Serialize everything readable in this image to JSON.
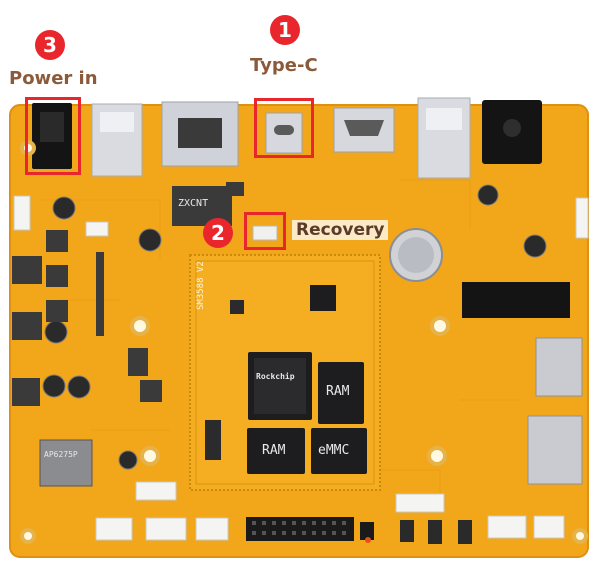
{
  "callouts": {
    "power_in": {
      "number": "3",
      "label": "Power in"
    },
    "type_c": {
      "number": "1",
      "label": "Type-C"
    },
    "recovery": {
      "number": "2",
      "label": "Recovery"
    }
  },
  "chip_labels": {
    "soc_brand": "Rockchip",
    "ram_top": "RAM",
    "ram_bottom": "RAM",
    "emmc": "eMMC",
    "zxcnt": "ZXCNT",
    "module_name": "SM3588 V2",
    "wifi_module": "AP6275P"
  },
  "colors": {
    "board": "#f2a61a",
    "board_edge": "#e0900f",
    "callout_red": "#e8262c",
    "label_brown": "#8a5a3a",
    "chip_black": "#1d1d1f"
  }
}
